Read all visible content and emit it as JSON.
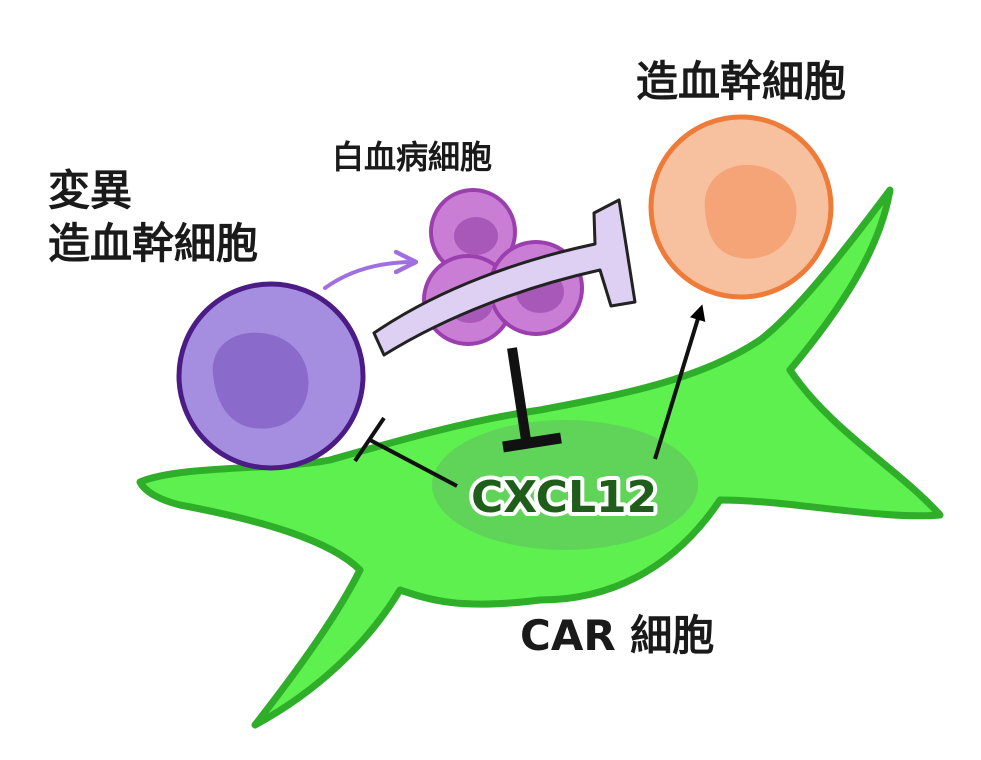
{
  "labels": {
    "mutant_hsc_line1": "変異",
    "mutant_hsc_line2": "造血幹細胞",
    "leukemia_cell": "白血病細胞",
    "hsc": "造血幹細胞",
    "car_cell": "CAR 細胞",
    "cxcl12": "CXCL12"
  },
  "colors": {
    "car_cell_fill": "#5ef04f",
    "car_cell_outline": "#2fae2a",
    "car_nucleus": "#5fcf5a",
    "mutant_hsc_fill": "#a58ee0",
    "mutant_hsc_outline": "#4b1c86",
    "mutant_hsc_nucleus": "#8a6acb",
    "leukemia_fill": "#c97dd4",
    "leukemia_outline": "#9b3fae",
    "leukemia_nucleus": "#a858b8",
    "hsc_fill": "#f7c1a0",
    "hsc_outline": "#ee7b38",
    "hsc_nucleus": "#f4a477",
    "inhibition_bar_fill": "#ddd0f3",
    "transformation_arrow": "#a070e0",
    "cxcl12_text": "#1f5e1a"
  }
}
